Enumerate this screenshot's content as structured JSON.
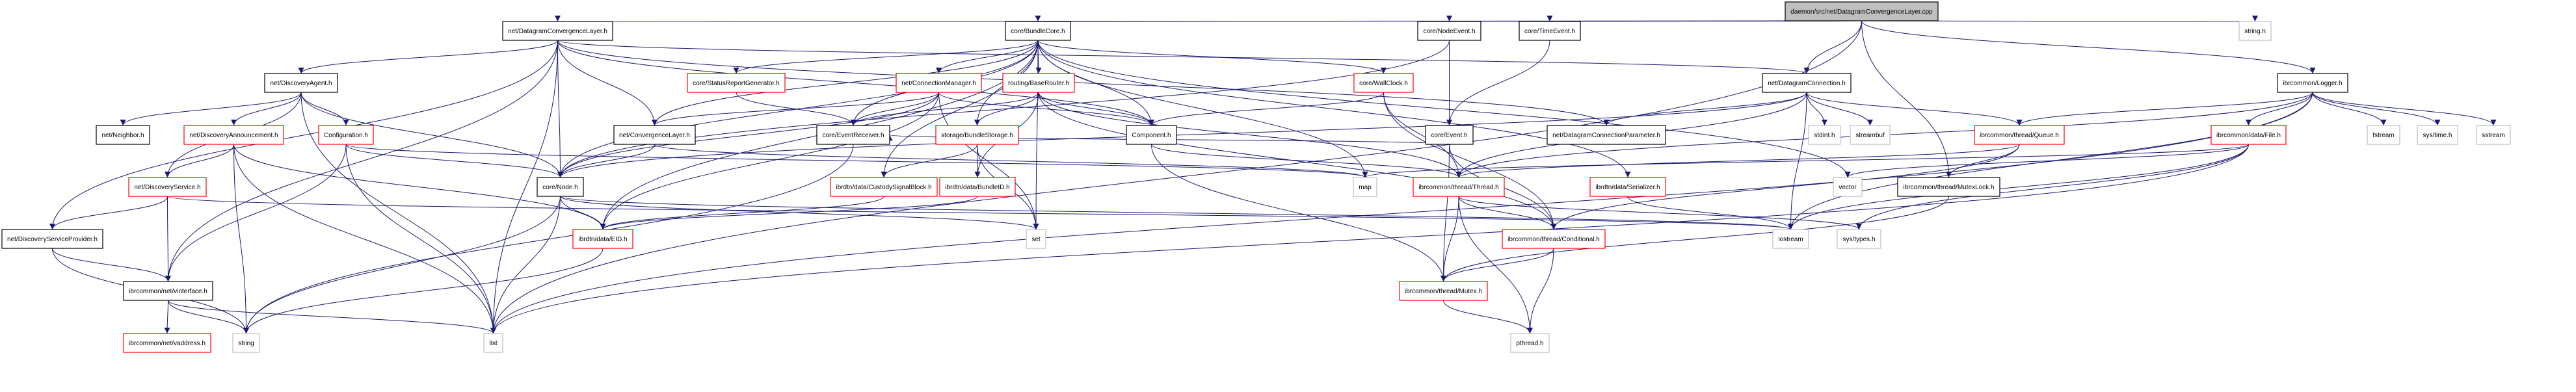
{
  "diagram": {
    "title": "daemon/src/net/DatagramConvergenceLayer.cpp",
    "type": "include-dependency-graph",
    "colors": {
      "root_fill": "#bfbfbf",
      "root_border": "#000000",
      "documented_border": "#000000",
      "truncated_border": "#ff0000",
      "system_border": "#bfbfbf",
      "edge": "#191970",
      "background": "#ffffff"
    },
    "legend_note": "black border = documented header, red border = truncated subgraph, grey border = system/external header",
    "nodes": [
      {
        "id": "root",
        "label": "daemon/src/net/DatagramConvergenceLayer.cpp",
        "kind": "root"
      },
      {
        "id": "dcl",
        "label": "net/DatagramConvergenceLayer.h",
        "kind": "doc"
      },
      {
        "id": "bundlecore",
        "label": "core/BundleCore.h",
        "kind": "doc"
      },
      {
        "id": "nodeevent",
        "label": "core/NodeEvent.h",
        "kind": "doc"
      },
      {
        "id": "timeevent",
        "label": "core/TimeEvent.h",
        "kind": "doc"
      },
      {
        "id": "stringh",
        "label": "string.h",
        "kind": "sys"
      },
      {
        "id": "logger",
        "label": "ibrcommon/Logger.h",
        "kind": "doc"
      },
      {
        "id": "discagent",
        "label": "net/DiscoveryAgent.h",
        "kind": "doc"
      },
      {
        "id": "statusrep",
        "label": "core/StatusReportGenerator.h",
        "kind": "trunc"
      },
      {
        "id": "connmgr",
        "label": "net/ConnectionManager.h",
        "kind": "trunc"
      },
      {
        "id": "baserouter",
        "label": "routing/BaseRouter.h",
        "kind": "trunc"
      },
      {
        "id": "wallclock",
        "label": "core/WallClock.h",
        "kind": "trunc"
      },
      {
        "id": "event",
        "label": "core/Event.h",
        "kind": "doc"
      },
      {
        "id": "dgconn",
        "label": "net/DatagramConnection.h",
        "kind": "doc"
      },
      {
        "id": "neighbor",
        "label": "net/Neighbor.h",
        "kind": "doc"
      },
      {
        "id": "discann",
        "label": "net/DiscoveryAnnouncement.h",
        "kind": "trunc"
      },
      {
        "id": "config",
        "label": "Configuration.h",
        "kind": "trunc"
      },
      {
        "id": "convlayer",
        "label": "net/ConvergenceLayer.h",
        "kind": "doc"
      },
      {
        "id": "evrecv",
        "label": "core/EventReceiver.h",
        "kind": "doc"
      },
      {
        "id": "bstorage",
        "label": "storage/BundleStorage.h",
        "kind": "trunc"
      },
      {
        "id": "component",
        "label": "Component.h",
        "kind": "doc"
      },
      {
        "id": "dgconnparam",
        "label": "net/DatagramConnectionParameter.h",
        "kind": "doc"
      },
      {
        "id": "stdint",
        "label": "stdint.h",
        "kind": "sys"
      },
      {
        "id": "streambuf",
        "label": "streambuf",
        "kind": "sys"
      },
      {
        "id": "queue",
        "label": "ibrcommon/thread/Queue.h",
        "kind": "trunc"
      },
      {
        "id": "file",
        "label": "ibrcommon/data/File.h",
        "kind": "trunc"
      },
      {
        "id": "fstream",
        "label": "fstream",
        "kind": "sys"
      },
      {
        "id": "systime",
        "label": "sys/time.h",
        "kind": "sys"
      },
      {
        "id": "sstream",
        "label": "sstream",
        "kind": "sys"
      },
      {
        "id": "discservice",
        "label": "net/DiscoveryService.h",
        "kind": "trunc"
      },
      {
        "id": "corenode",
        "label": "core/Node.h",
        "kind": "doc"
      },
      {
        "id": "custody",
        "label": "ibrdtn/data/CustodySignalBlock.h",
        "kind": "trunc"
      },
      {
        "id": "bundleid",
        "label": "ibrdtn/data/BundleID.h",
        "kind": "trunc"
      },
      {
        "id": "map",
        "label": "map",
        "kind": "sys"
      },
      {
        "id": "thread",
        "label": "ibrcommon/thread/Thread.h",
        "kind": "trunc"
      },
      {
        "id": "serializer",
        "label": "ibrdtn/data/Serializer.h",
        "kind": "trunc"
      },
      {
        "id": "vector",
        "label": "vector",
        "kind": "sys"
      },
      {
        "id": "mutexlock",
        "label": "ibrcommon/thread/MutexLock.h",
        "kind": "doc"
      },
      {
        "id": "discsp",
        "label": "net/DiscoveryServiceProvider.h",
        "kind": "doc"
      },
      {
        "id": "eid",
        "label": "ibrdtn/data/EID.h",
        "kind": "trunc"
      },
      {
        "id": "set",
        "label": "set",
        "kind": "sys"
      },
      {
        "id": "conditional",
        "label": "ibrcommon/thread/Conditional.h",
        "kind": "trunc"
      },
      {
        "id": "iostream",
        "label": "iostream",
        "kind": "sys"
      },
      {
        "id": "systypes",
        "label": "sys/types.h",
        "kind": "sys"
      },
      {
        "id": "vinterface",
        "label": "ibrcommon/net/vinterface.h",
        "kind": "doc"
      },
      {
        "id": "mutex",
        "label": "ibrcommon/thread/Mutex.h",
        "kind": "trunc"
      },
      {
        "id": "vaddress",
        "label": "ibrcommon/net/vaddress.h",
        "kind": "trunc"
      },
      {
        "id": "string",
        "label": "string",
        "kind": "sys"
      },
      {
        "id": "list",
        "label": "list",
        "kind": "sys"
      },
      {
        "id": "pthread",
        "label": "pthread.h",
        "kind": "sys"
      }
    ],
    "edges": [
      [
        "root",
        "dcl"
      ],
      [
        "root",
        "bundlecore"
      ],
      [
        "root",
        "nodeevent"
      ],
      [
        "root",
        "timeevent"
      ],
      [
        "root",
        "stringh"
      ],
      [
        "root",
        "logger"
      ],
      [
        "root",
        "dgconn"
      ],
      [
        "root",
        "list"
      ],
      [
        "root",
        "mutexlock"
      ],
      [
        "dcl",
        "discagent"
      ],
      [
        "dcl",
        "convlayer"
      ],
      [
        "dcl",
        "corenode"
      ],
      [
        "dcl",
        "list"
      ],
      [
        "dcl",
        "dgconn"
      ],
      [
        "dcl",
        "component"
      ],
      [
        "dcl",
        "discsp"
      ],
      [
        "dcl",
        "vinterface"
      ],
      [
        "dcl",
        "dgconnparam"
      ],
      [
        "bundlecore",
        "statusrep"
      ],
      [
        "bundlecore",
        "connmgr"
      ],
      [
        "bundlecore",
        "baserouter"
      ],
      [
        "bundlecore",
        "wallclock"
      ],
      [
        "bundlecore",
        "bstorage"
      ],
      [
        "bundlecore",
        "component"
      ],
      [
        "bundlecore",
        "convlayer"
      ],
      [
        "bundlecore",
        "evrecv"
      ],
      [
        "bundlecore",
        "corenode"
      ],
      [
        "bundlecore",
        "eid"
      ],
      [
        "bundlecore",
        "custody"
      ],
      [
        "bundlecore",
        "set"
      ],
      [
        "bundlecore",
        "map"
      ],
      [
        "bundlecore",
        "vector"
      ],
      [
        "bundlecore",
        "serializer"
      ],
      [
        "nodeevent",
        "event"
      ],
      [
        "nodeevent",
        "corenode"
      ],
      [
        "timeevent",
        "event"
      ],
      [
        "discagent",
        "neighbor"
      ],
      [
        "discagent",
        "discann"
      ],
      [
        "discagent",
        "config"
      ],
      [
        "discagent",
        "discservice"
      ],
      [
        "discagent",
        "corenode"
      ],
      [
        "discagent",
        "list"
      ],
      [
        "discann",
        "discservice"
      ],
      [
        "discann",
        "eid"
      ],
      [
        "discann",
        "string"
      ],
      [
        "discann",
        "list"
      ],
      [
        "config",
        "corenode"
      ],
      [
        "config",
        "vinterface"
      ],
      [
        "config",
        "list"
      ],
      [
        "config",
        "map"
      ],
      [
        "discservice",
        "discsp"
      ],
      [
        "discservice",
        "vinterface"
      ],
      [
        "discservice",
        "iostream"
      ],
      [
        "discsp",
        "vinterface"
      ],
      [
        "discsp",
        "string"
      ],
      [
        "vinterface",
        "vaddress"
      ],
      [
        "vinterface",
        "string"
      ],
      [
        "vinterface",
        "list"
      ],
      [
        "statusrep",
        "evrecv"
      ],
      [
        "connmgr",
        "convlayer"
      ],
      [
        "connmgr",
        "evrecv"
      ],
      [
        "connmgr",
        "corenode"
      ],
      [
        "connmgr",
        "component"
      ],
      [
        "connmgr",
        "set"
      ],
      [
        "connmgr",
        "eid"
      ],
      [
        "baserouter",
        "evrecv"
      ],
      [
        "baserouter",
        "bstorage"
      ],
      [
        "baserouter",
        "component"
      ],
      [
        "baserouter",
        "bundleid"
      ],
      [
        "baserouter",
        "thread"
      ],
      [
        "baserouter",
        "conditional"
      ],
      [
        "bstorage",
        "custody"
      ],
      [
        "bstorage",
        "bundleid"
      ],
      [
        "bstorage",
        "set"
      ],
      [
        "wallclock",
        "component"
      ],
      [
        "wallclock",
        "thread"
      ],
      [
        "wallclock",
        "conditional"
      ],
      [
        "event",
        "evrecv"
      ],
      [
        "event",
        "mutex"
      ],
      [
        "event",
        "conditional"
      ],
      [
        "convlayer",
        "corenode"
      ],
      [
        "convlayer",
        "map"
      ],
      [
        "evrecv",
        "string"
      ],
      [
        "corenode",
        "eid"
      ],
      [
        "corenode",
        "string"
      ],
      [
        "corenode",
        "list"
      ],
      [
        "corenode",
        "set"
      ],
      [
        "corenode",
        "iostream"
      ],
      [
        "custody",
        "eid"
      ],
      [
        "bundleid",
        "eid"
      ],
      [
        "eid",
        "string"
      ],
      [
        "component",
        "thread"
      ],
      [
        "component",
        "mutex"
      ],
      [
        "thread",
        "conditional"
      ],
      [
        "thread",
        "mutex"
      ],
      [
        "thread",
        "pthread"
      ],
      [
        "thread",
        "systypes"
      ],
      [
        "conditional",
        "mutex"
      ],
      [
        "conditional",
        "pthread"
      ],
      [
        "mutex",
        "pthread"
      ],
      [
        "serializer",
        "iostream"
      ],
      [
        "dgconn",
        "dgconnparam"
      ],
      [
        "dgconn",
        "stdint"
      ],
      [
        "dgconn",
        "streambuf"
      ],
      [
        "dgconn",
        "queue"
      ],
      [
        "dgconn",
        "thread"
      ],
      [
        "dgconn",
        "iostream"
      ],
      [
        "dgconn",
        "corenode"
      ],
      [
        "queue",
        "mutexlock"
      ],
      [
        "queue",
        "conditional"
      ],
      [
        "queue",
        "thread"
      ],
      [
        "logger",
        "file"
      ],
      [
        "logger",
        "fstream"
      ],
      [
        "logger",
        "systime"
      ],
      [
        "logger",
        "sstream"
      ],
      [
        "logger",
        "queue"
      ],
      [
        "logger",
        "thread"
      ],
      [
        "logger",
        "iostream"
      ],
      [
        "logger",
        "list"
      ],
      [
        "file",
        "iostream"
      ],
      [
        "file",
        "list"
      ],
      [
        "file",
        "systypes"
      ],
      [
        "file",
        "map"
      ],
      [
        "file",
        "vector"
      ],
      [
        "mutexlock",
        "mutex"
      ]
    ]
  }
}
